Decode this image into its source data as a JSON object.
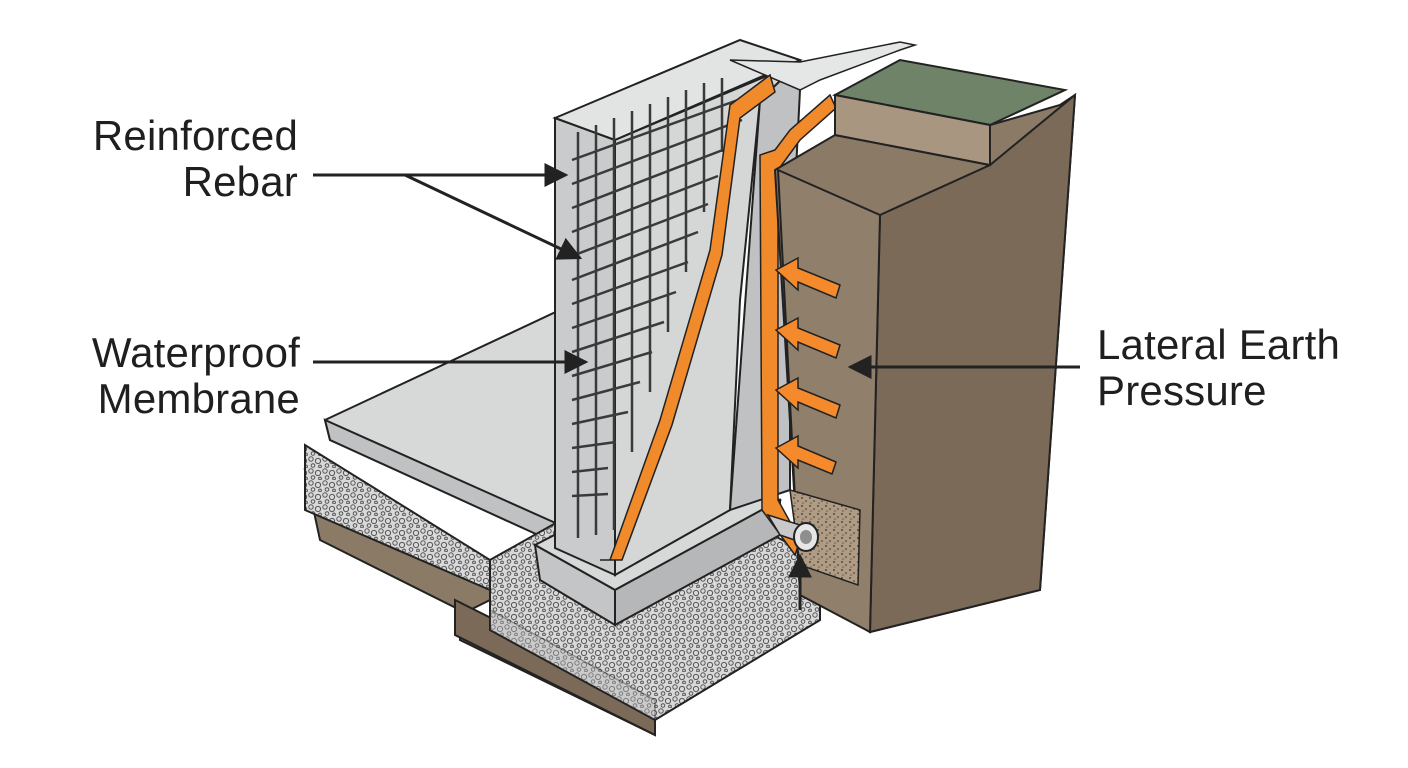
{
  "labels": {
    "rebar": {
      "line1": "Reinforced",
      "line2": "Rebar"
    },
    "membrane": {
      "line1": "Waterproof",
      "line2": "Membrane"
    },
    "pressure": {
      "line1": "Lateral Earth",
      "line2": "Pressure"
    }
  },
  "colors": {
    "background": "#ffffff",
    "concrete": "#d7d8d8",
    "concrete_dark": "#b9bbbc",
    "membrane_orange": "#f08a2a",
    "soil": "#8a7a66",
    "soil_dark": "#7a6a57",
    "grass": "#6f8368",
    "gravel": "#cfcfcf",
    "rebar": "#3a3a3a",
    "arrow_orange": "#f58a2c",
    "pipe": "#c9c9c9"
  }
}
